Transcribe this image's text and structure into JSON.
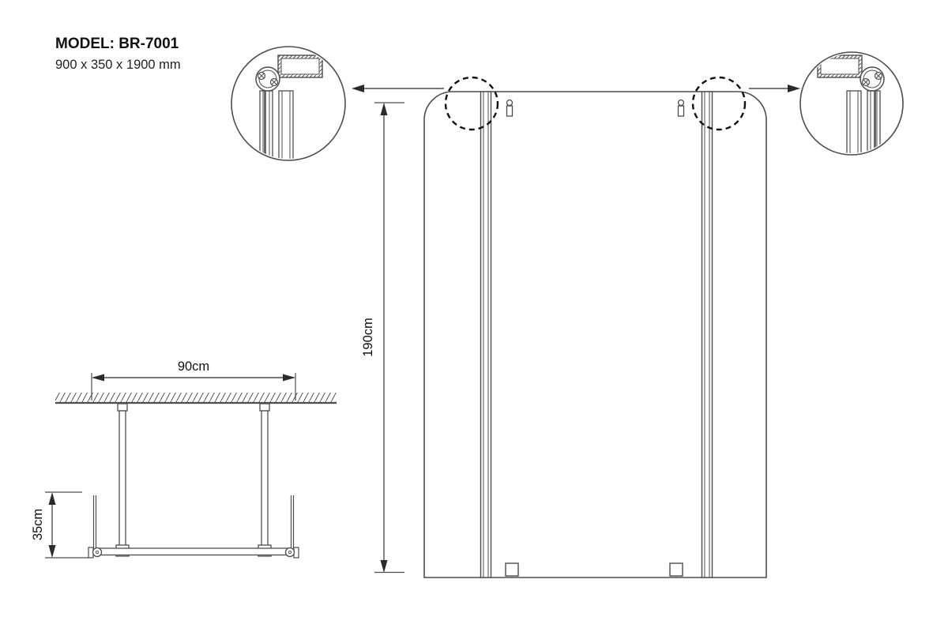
{
  "title": {
    "model": "MODEL: BR-7001",
    "size": "900 x 350 x 1900 mm"
  },
  "dimensions": {
    "height": "190cm",
    "width": "90cm",
    "depth": "35cm"
  },
  "colors": {
    "line": "#4d4d4d",
    "arrow": "#2b2b2b",
    "text": "#111111"
  }
}
